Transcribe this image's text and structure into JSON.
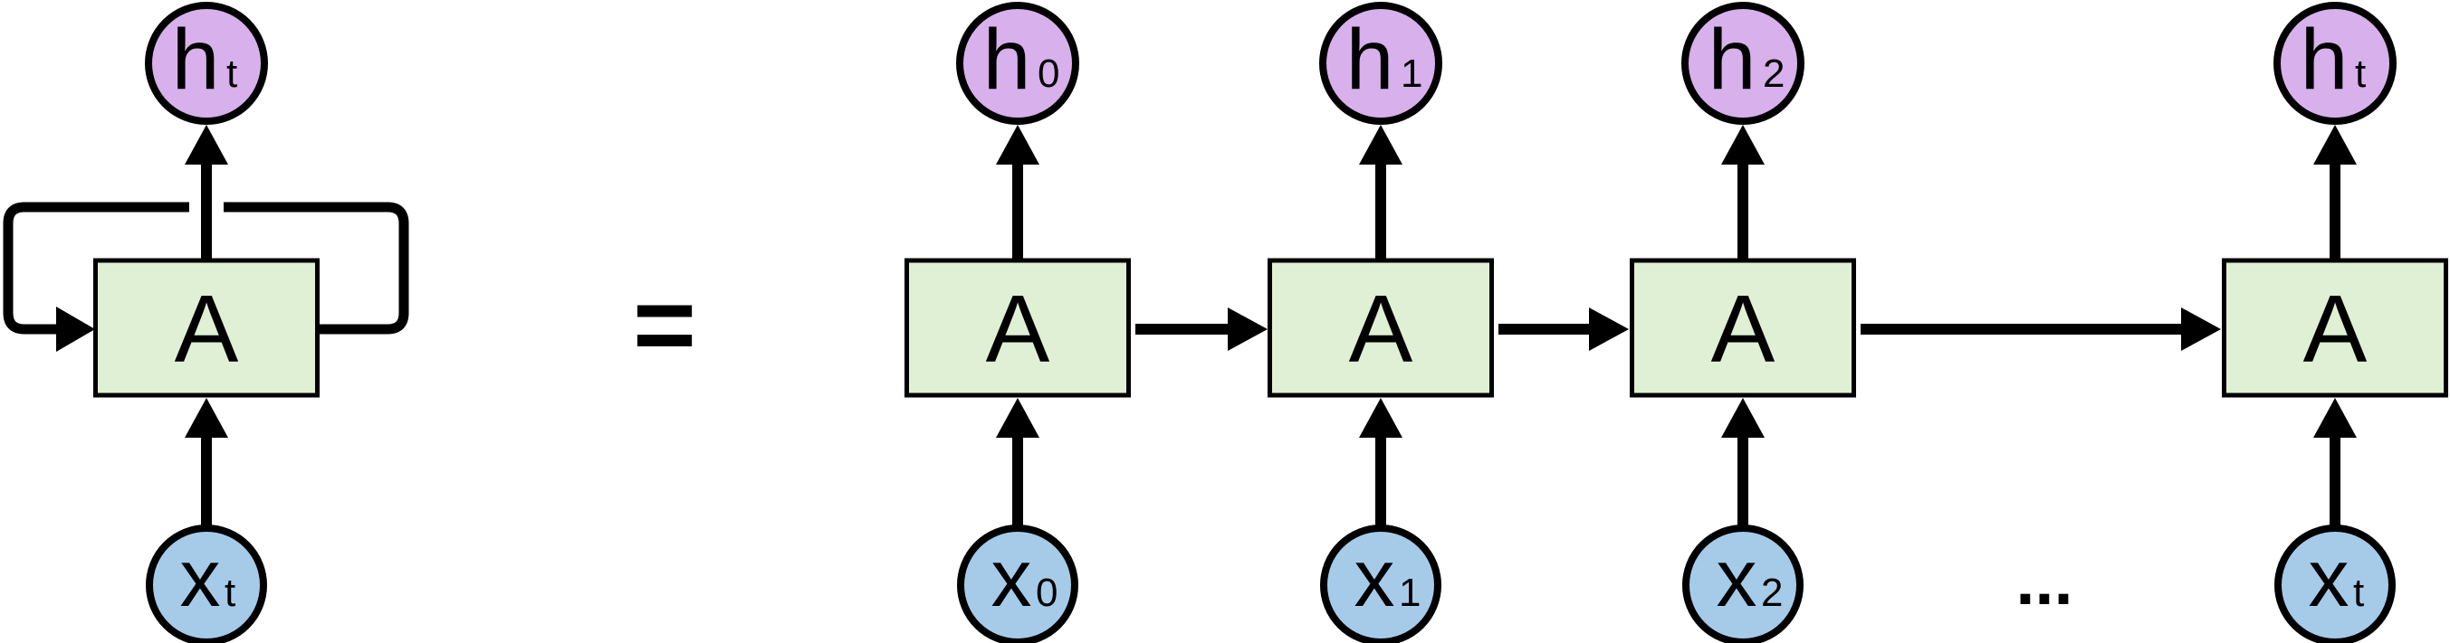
{
  "figure": {
    "background": "#ffffff",
    "colors": {
      "hidden_state_fill": "#d8b0ec",
      "input_fill": "#a6cbe9",
      "cell_fill": "#dff0d5",
      "line": "#000000"
    },
    "rolled_unit": {
      "hidden_label": "h",
      "hidden_subscript": "t",
      "cell_label": "A",
      "input_label": "x",
      "input_subscript": "t"
    },
    "equals_sign": "=",
    "ellipsis": "...",
    "unrolled_units": [
      {
        "hidden_label": "h",
        "hidden_subscript": "0",
        "cell_label": "A",
        "input_label": "x",
        "input_subscript": "0"
      },
      {
        "hidden_label": "h",
        "hidden_subscript": "1",
        "cell_label": "A",
        "input_label": "x",
        "input_subscript": "1"
      },
      {
        "hidden_label": "h",
        "hidden_subscript": "2",
        "cell_label": "A",
        "input_label": "x",
        "input_subscript": "2"
      },
      {
        "hidden_label": "h",
        "hidden_subscript": "t",
        "cell_label": "A",
        "input_label": "x",
        "input_subscript": "t"
      }
    ]
  }
}
